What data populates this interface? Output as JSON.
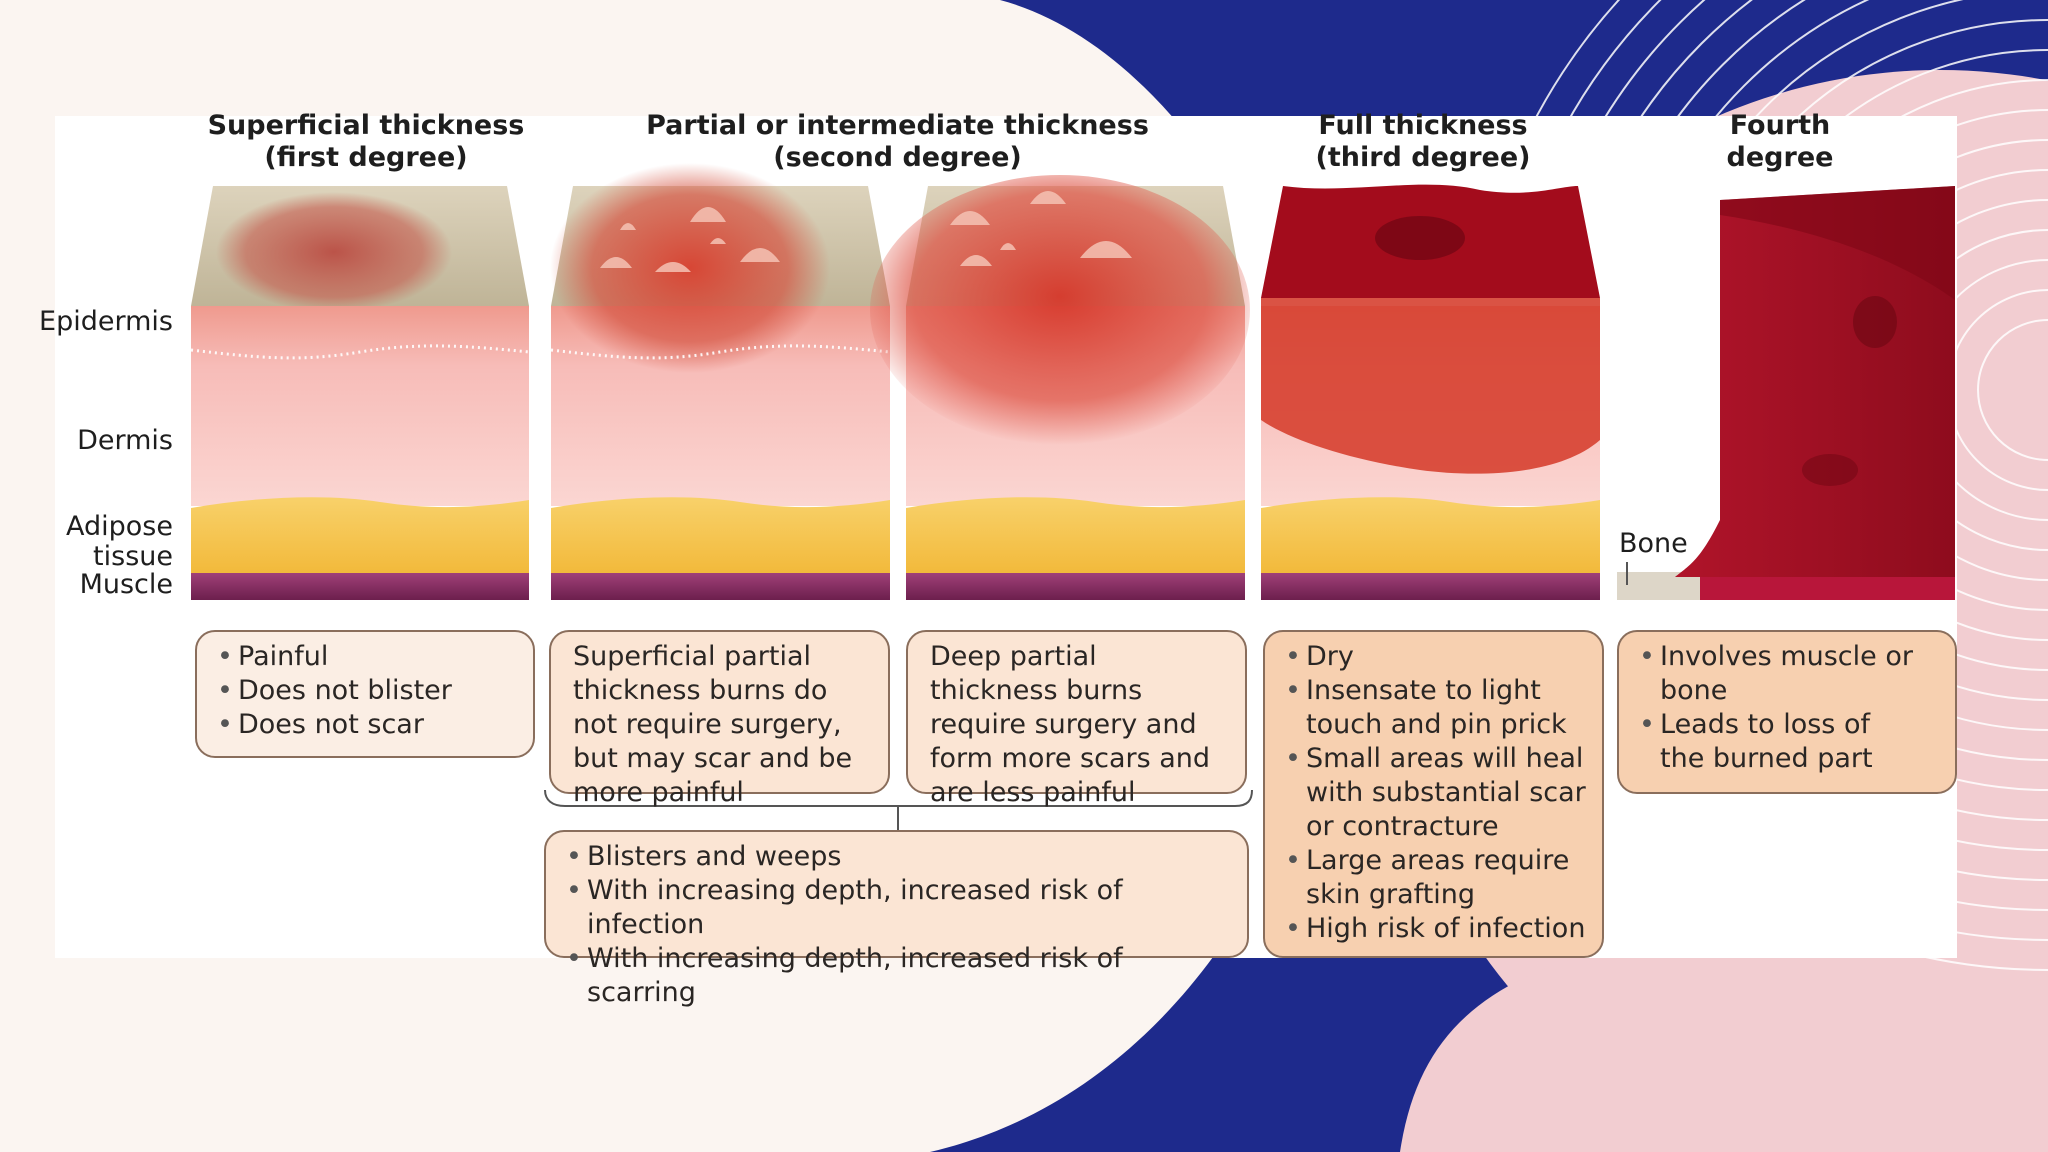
{
  "colors": {
    "navy": "#1e2a8c",
    "pink": "#f2cdd1",
    "cream": "#fbf5f1",
    "burn_red": "#a30c1c",
    "fat_yellow": "#f6c44a"
  },
  "headers": [
    {
      "line1": "Superficial thickness",
      "line2": "(first degree)"
    },
    {
      "line1": "Partial or intermediate thickness",
      "line2": "(second degree)"
    },
    {
      "line1": "Full thickness",
      "line2": "(third degree)"
    },
    {
      "line1": "Fourth",
      "line2": "degree"
    }
  ],
  "layers": {
    "epidermis": "Epidermis",
    "dermis": "Dermis",
    "adipose_line1": "Adipose",
    "adipose_line2": "tissue",
    "muscle": "Muscle"
  },
  "bone_label": "Bone",
  "boxes": {
    "first": [
      "Painful",
      "Does not blister",
      "Does not scar"
    ],
    "superficial_partial": "Superficial partial thickness burns do not require surgery, but may scar and be more painful",
    "deep_partial": "Deep partial thickness burns require surgery and form more scars and are less painful",
    "second_common": [
      "Blisters and weeps",
      "With increasing depth, increased risk of infection",
      "With increasing depth, increased risk of scarring"
    ],
    "third": [
      "Dry",
      "Insensate to light touch and pin prick",
      "Small areas will heal with substantial scar or contracture",
      "Large areas require skin grafting",
      "High risk of infection"
    ],
    "fourth": [
      "Involves muscle or bone",
      "Leads to loss of the burned part"
    ]
  }
}
